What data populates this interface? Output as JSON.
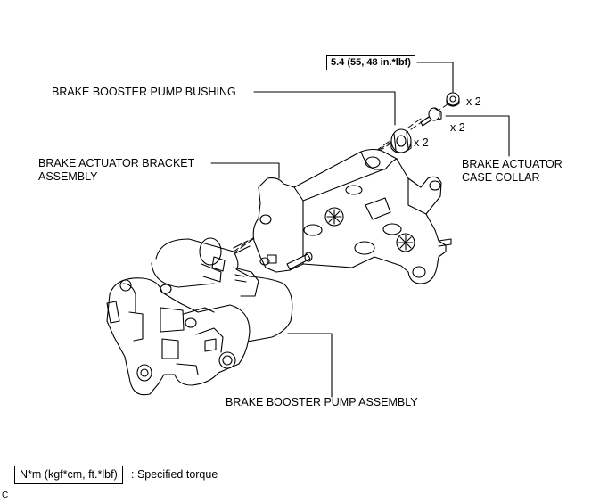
{
  "torque_spec": "5.4 (55, 48 in.*lbf)",
  "labels": {
    "pump_bushing": "BRAKE BOOSTER PUMP BUSHING",
    "bracket_line1": "BRAKE ACTUATOR BRACKET",
    "bracket_line2": "ASSEMBLY",
    "collar_line1": "BRAKE ACTUATOR",
    "collar_line2": "CASE COLLAR",
    "pump_assembly": "BRAKE BOOSTER PUMP ASSEMBLY"
  },
  "quantities": {
    "nut": "x 2",
    "bolt": "x 2",
    "bushing": "x 2"
  },
  "legend": {
    "unit_box": "N*m (kgf*cm, ft.*lbf)",
    "description": ": Specified torque"
  },
  "figure_code": "C"
}
